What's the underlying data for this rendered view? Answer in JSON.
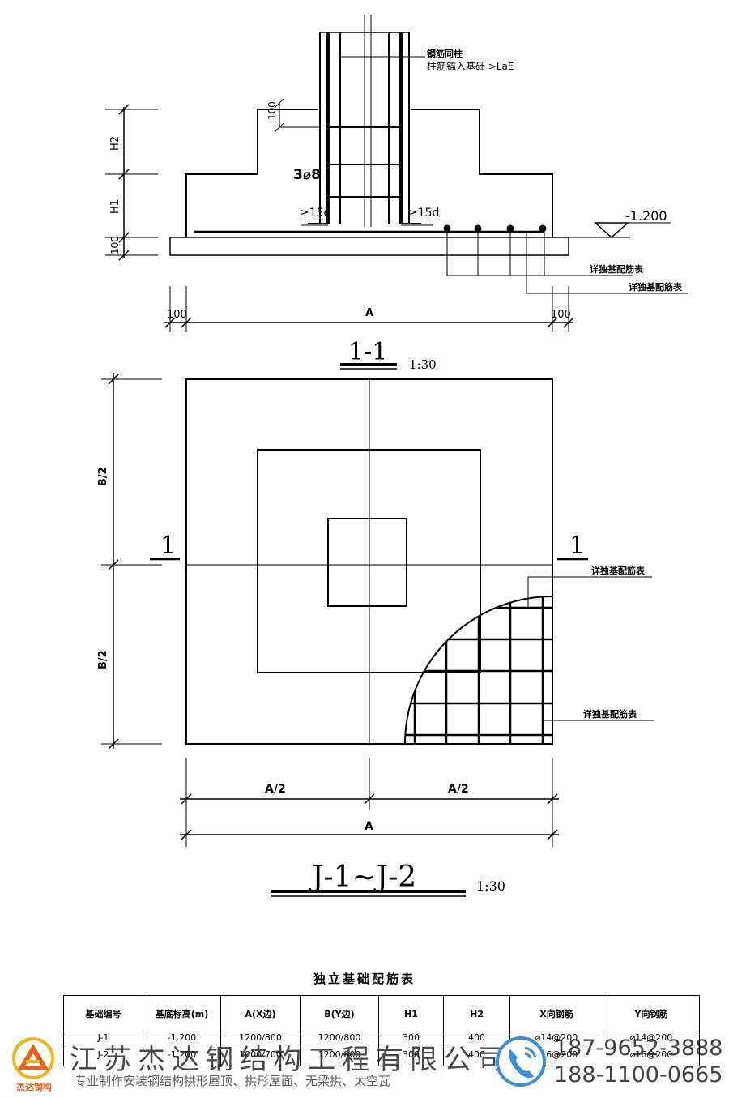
{
  "section": {
    "title": "1-1",
    "scale": "1:30",
    "note_line1": "钢筋同柱",
    "note_line2": "柱筋锚入基础 >LaE",
    "dim_100_top": "100",
    "rebar_label": "3⌀8",
    "anchor_left": "≥15d",
    "anchor_right": "≥15d",
    "elevation": "-1.200",
    "ref_label_1": "详独基配筋表",
    "ref_label_2": "详独基配筋表",
    "dim_H2": "H2",
    "dim_H1": "H1",
    "dim_100_base": "100",
    "dim_100_left": "100",
    "dim_A": "A",
    "dim_100_right": "100"
  },
  "plan": {
    "title": "J-1~J-2",
    "scale": "1:30",
    "dim_B2_top": "B/2",
    "dim_B2_bottom": "B/2",
    "cut_left": "1",
    "cut_right": "1",
    "ref_label_1": "详独基配筋表",
    "ref_label_2": "详独基配筋表",
    "dim_A2_left": "A/2",
    "dim_A2_right": "A/2",
    "dim_A": "A"
  },
  "table": {
    "title": "独立基础配筋表",
    "headers": [
      "基础编号",
      "基底标高(m)",
      "A(X边)",
      "B(Y边)",
      "H1",
      "H2",
      "X向钢筋",
      "Y向钢筋"
    ],
    "rows": [
      [
        "J-1",
        "-1.200",
        "1200/800",
        "1200/800",
        "300",
        "400",
        "⌀14@200",
        "⌀14@200"
      ],
      [
        "J-2",
        "-1.200",
        "1000/700",
        "1200/800",
        "300",
        "400",
        "⌀16@200",
        "⌀16@200"
      ]
    ]
  },
  "watermark": {
    "logo_text": "杰达钢构",
    "company": "江苏杰达钢结构工程有限公司",
    "slogan": "专业制作安装钢结构拱形屋顶、拱形屋面、无梁拱、太空瓦",
    "phone_1": "187-9652-3888",
    "phone_2": "188-1100-0665"
  },
  "colors": {
    "logo_orange": "#e8621a",
    "logo_yellow": "#f5b21a",
    "phone_blue": "#3b8fd9"
  }
}
